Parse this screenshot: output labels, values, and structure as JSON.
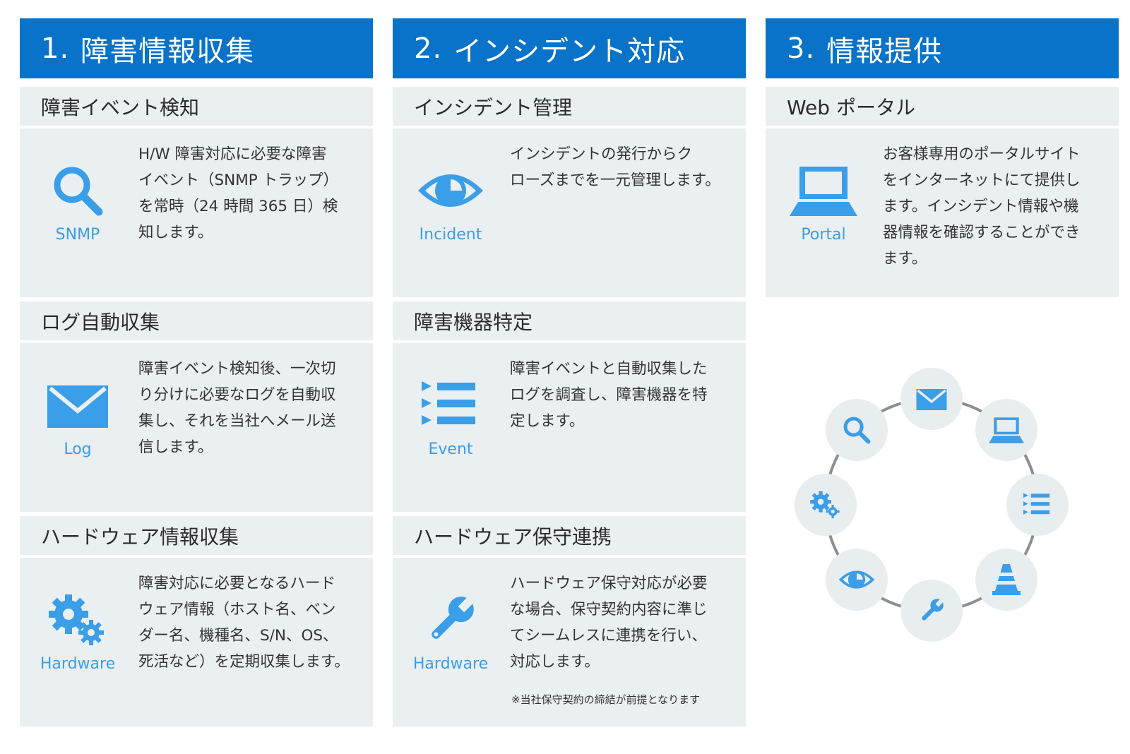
{
  "colors": {
    "header_bg": "#0873c8",
    "card_bg": "#eaeff2",
    "icon": "#3a9ee8",
    "ring_line": "#8a8f93"
  },
  "columns": [
    {
      "num": "1.",
      "title": "障害情報収集",
      "cards": [
        {
          "title": "障害イベント検知",
          "icon": "search-icon",
          "icon_label": "SNMP",
          "lines": [
            "H/W 障害対応に必要な障害",
            "イベント（SNMP トラップ）",
            "を常時（24 時間 365 日）検",
            "知します。"
          ]
        },
        {
          "title": "ログ自動収集",
          "icon": "envelope-icon",
          "icon_label": "Log",
          "lines": [
            "障害イベント検知後、一次切",
            "り分けに必要なログを自動収",
            "集し、それを当社へメール送",
            "信します。"
          ]
        },
        {
          "title": "ハードウェア情報収集",
          "icon": "gears-icon",
          "icon_label": "Hardware",
          "lines": [
            "障害対応に必要となるハード",
            "ウェア情報（ホスト名、ベン",
            "ダー名、機種名、S/N、OS、",
            "死活など）を定期収集します。"
          ]
        }
      ]
    },
    {
      "num": "2.",
      "title": "インシデント対応",
      "cards": [
        {
          "title": "インシデント管理",
          "icon": "eye-icon",
          "icon_label": "Incident",
          "lines": [
            "インシデントの発行からク",
            "ローズまでを一元管理します。"
          ]
        },
        {
          "title": "障害機器特定",
          "icon": "list-icon",
          "icon_label": "Event",
          "lines": [
            "障害イベントと自動収集した",
            "ログを調査し、障害機器を特",
            "定します。"
          ]
        },
        {
          "title": "ハードウェア保守連携",
          "icon": "wrench-icon",
          "icon_label": "Hardware",
          "lines": [
            "ハードウェア保守対応が必要",
            "な場合、保守契約内容に準じ",
            "てシームレスに連携を行い、",
            "対応します。"
          ],
          "note": "※当社保守契約の締結が前提となります"
        }
      ]
    },
    {
      "num": "3.",
      "title": "情報提供",
      "cards": [
        {
          "title": "Web ポータル",
          "icon": "laptop-icon",
          "icon_label": "Portal",
          "lines": [
            "お客様専用のポータルサイト",
            "をインターネットにて提供し",
            "ます。インシデント情報や機",
            "器情報を確認することができ",
            "ます。"
          ]
        }
      ]
    }
  ],
  "cycle_icons": [
    "envelope-icon",
    "laptop-icon",
    "list-icon",
    "cone-icon",
    "wrench-icon",
    "eye-icon",
    "gears-icon",
    "search-icon"
  ]
}
